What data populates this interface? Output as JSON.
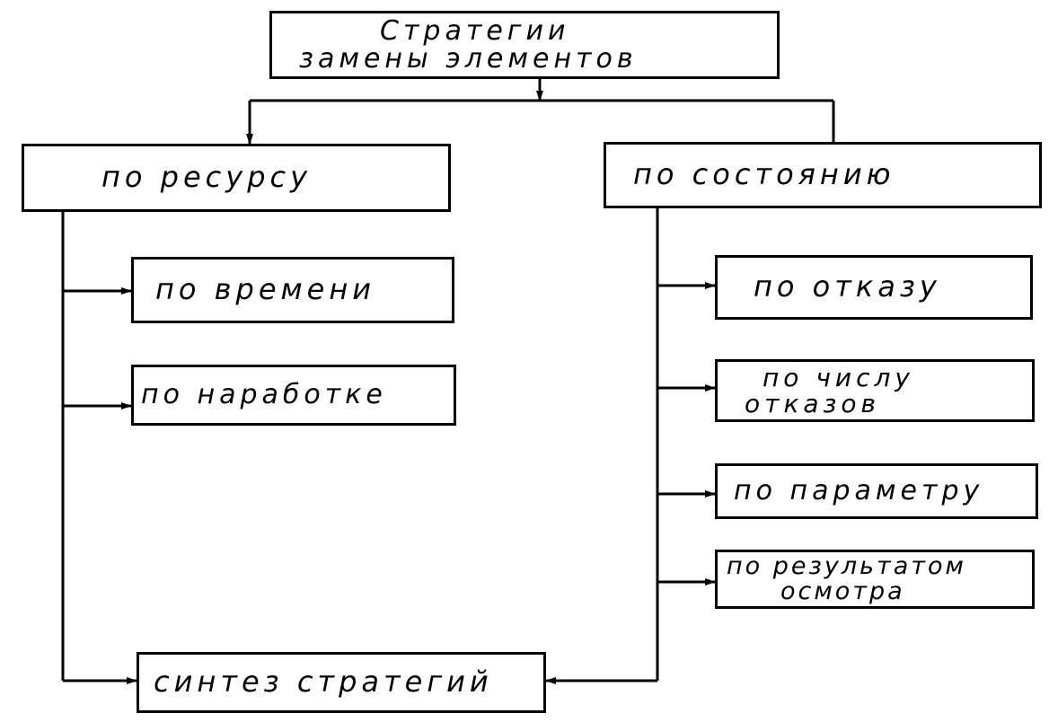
{
  "diagram": {
    "root": {
      "line1": "Стратегии",
      "line2": "замены элементов"
    },
    "by_resource": "по ресурсу",
    "by_condition": "по состоянию",
    "by_time": "по времени",
    "by_operating_time": "по наработке",
    "by_failure": "по отказу",
    "by_failure_count": {
      "line1": "по числу",
      "line2": "отказов"
    },
    "by_parameter": "по параметру",
    "by_inspection": {
      "line1": "по результатом",
      "line2": "осмотра"
    },
    "synthesis": "синтез стратегий"
  }
}
